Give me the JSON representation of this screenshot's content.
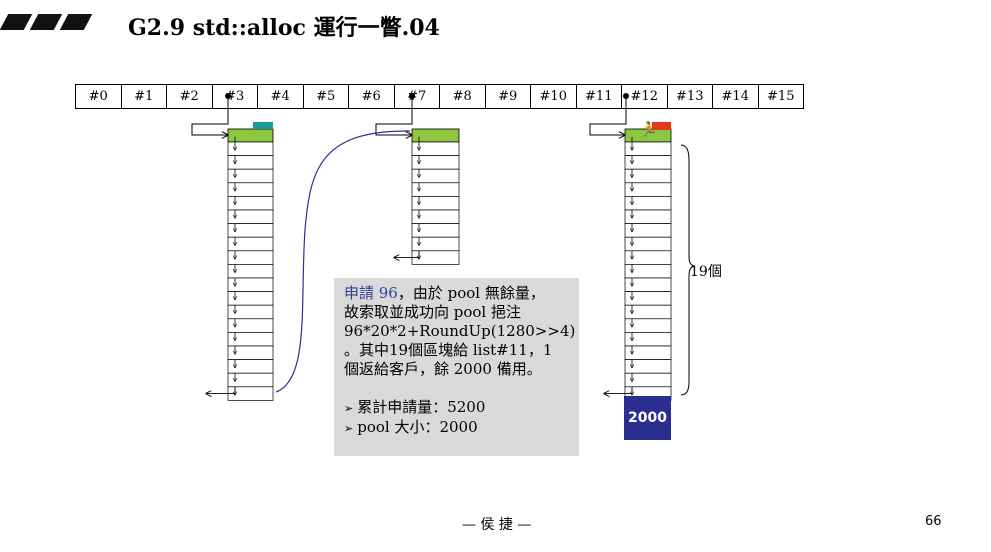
{
  "title": "G2.9 std::alloc 運行一瞥.04",
  "free_list_indices": [
    "#0",
    "#1",
    "#2",
    "#3",
    "#4",
    "#5",
    "#6",
    "#7",
    "#8",
    "#9",
    "#10",
    "#11",
    "#12",
    "#13",
    "#14",
    "#15"
  ],
  "note": {
    "lines": [
      {
        "hl": "申請 96",
        "text": "，由於 pool 無餘量，"
      },
      {
        "hl": "",
        "text": "故索取並成功向 pool 挹注"
      },
      {
        "hl": "",
        "text": "96*20*2+RoundUp(1280>>4)"
      },
      {
        "hl": "",
        "text": "。其中19個區塊給 list#11，1"
      },
      {
        "hl": "",
        "text": "個返給客戶，餘 2000 備用。"
      }
    ],
    "bullets": [
      "累計申請量：5200",
      "pool 大小：2000"
    ]
  },
  "brace_label": "19個",
  "pool_size_label": "2000",
  "footer": "— 侯 捷 —",
  "page_number": "66",
  "colors": {
    "block_head": "#8dc63f",
    "pool": "#2a2f8f",
    "teal_marker": "#1a9a9a",
    "red_marker": "#e03a1e",
    "curve": "#2b2f9e",
    "note_bg": "#d9d9d9"
  }
}
